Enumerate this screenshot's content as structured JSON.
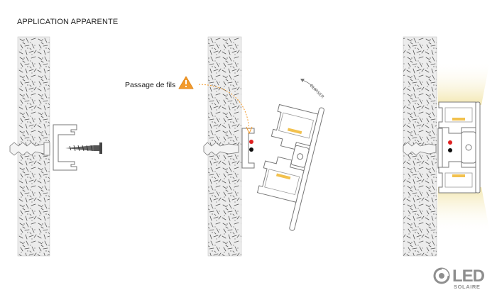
{
  "header": {
    "title": "APPLICATION APPARENTE"
  },
  "annotations": {
    "wire_passage": "Passage de fils",
    "clip_action": "CLIPSER"
  },
  "brand": {
    "name": "LED",
    "subtitle": "SOLAIRE"
  },
  "icons": [
    "warning-icon",
    "curved-arrow-icon",
    "clip-arrow-icon",
    "screw-icon",
    "wall-plug-icon",
    "led-solaire-logo-icon"
  ],
  "colors": {
    "warning": "#f39a2b",
    "concrete": "#e9e9e9",
    "profile_stroke": "#777777",
    "led_strip": "#f2c14e",
    "light_beam": "#f6efc6",
    "wire_red": "#e02020",
    "wire_black": "#111111"
  }
}
